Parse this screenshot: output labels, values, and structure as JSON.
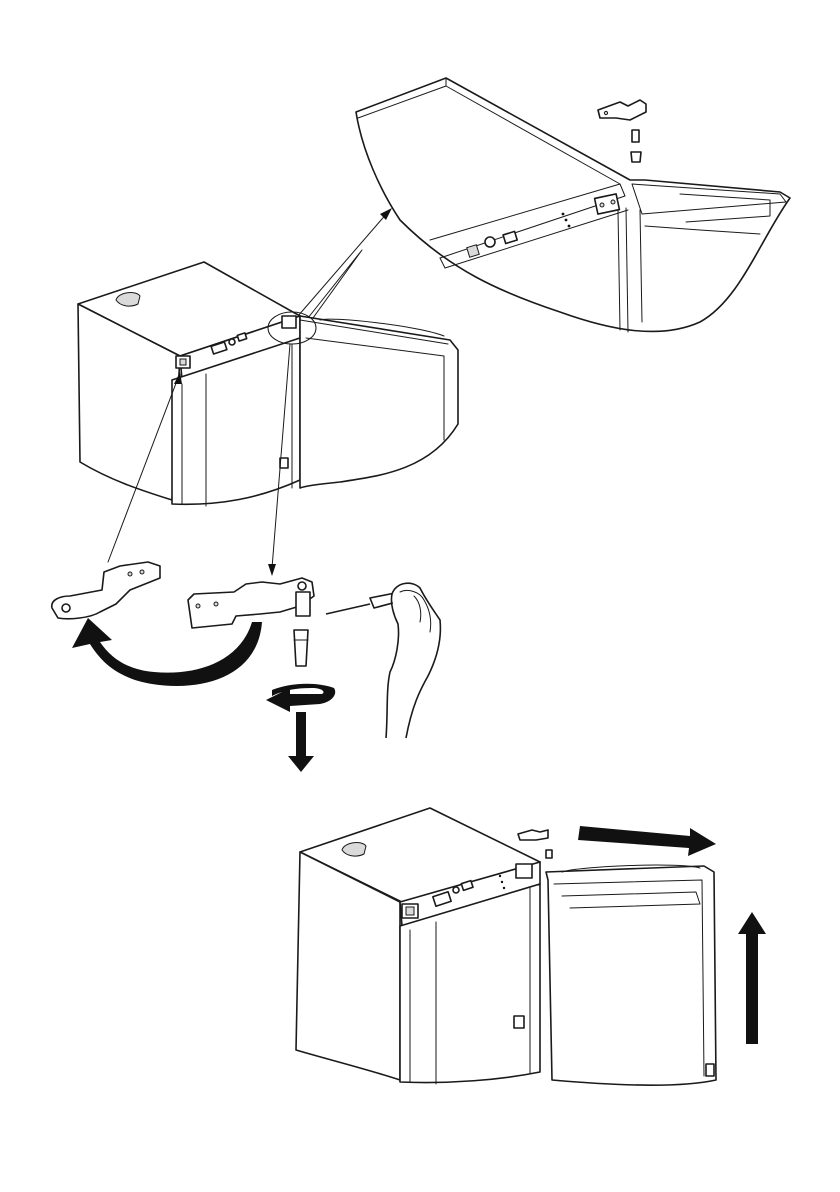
{
  "diagram": {
    "type": "instruction-illustration",
    "steps": [
      {
        "id": "zoom-detail",
        "parts": [
          "top-hinge",
          "hinge-pin",
          "hinge-cap"
        ]
      },
      {
        "id": "hinge-swap",
        "actions": [
          "remove-top-hinge",
          "flip-hinge-to-opposite-side",
          "unscrew-pin-with-screwdriver"
        ]
      },
      {
        "id": "remove-door",
        "actions": [
          "slide-door-right",
          "lift-door-up"
        ]
      }
    ]
  },
  "colors": {
    "line": "#1a1a1a",
    "fill": "#ffffff",
    "arrow": "#111111"
  }
}
